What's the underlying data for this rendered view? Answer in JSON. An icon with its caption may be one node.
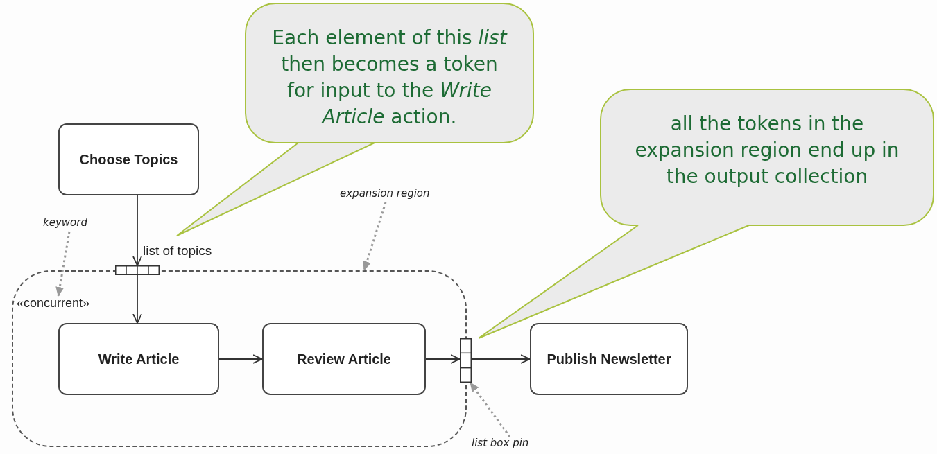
{
  "diagram": {
    "nodes": [
      {
        "text": [
          "Each element of this *list* then becomes a token for input to the *Write Article* action."
        ]
      },
      {
        "text": [
          "all the tokens in the expansion region end up in the output collection"
        ]
      },
      {
        "text": [
          "Choose Topics"
        ]
      },
      {
        "text": [
          "expansion region"
        ]
      },
      {
        "text": [
          "keyword"
        ]
      },
      {
        "text": [],
        "shape": "box"
      },
      {
        "text": [],
        "shape": "box"
      },
      {
        "text": [
          "«concurrent»"
        ],
        "in": 6
      },
      {
        "text": [
          "Write Article"
        ],
        "in": 6
      },
      {
        "text": [
          "Review Article"
        ],
        "in": 6
      },
      {
        "text": [],
        "shape": "box"
      },
      {
        "text": [
          "Publish Newsletter"
        ]
      },
      {
        "text": [
          "list box pin"
        ]
      }
    ],
    "edges": [
      {
        "from": 2,
        "to": 5,
        "arrow": "to",
        "label": "list of topics"
      },
      {
        "from": 5,
        "to": 8,
        "arrow": "to"
      },
      {
        "from": 8,
        "to": 9,
        "arrow": "to"
      },
      {
        "from": 9,
        "to": 10,
        "arrow": "to"
      },
      {
        "from": 10,
        "to": 11,
        "arrow": "to"
      },
      {
        "from": 4,
        "to": 7,
        "arrow": "to",
        "style": "dashed",
        "color": "#999999"
      },
      {
        "from": 3,
        "to": 6,
        "arrow": "to",
        "style": "dashed",
        "color": "#999999"
      },
      {
        "from": 12,
        "to": 10,
        "arrow": "to",
        "style": "dashed",
        "color": "#999999"
      },
      {
        "from": 0,
        "to": null,
        "arrow": "none",
        "color": "#a9c23f"
      },
      {
        "from": 1,
        "to": null,
        "arrow": "none",
        "color": "#a9c23f"
      }
    ]
  }
}
